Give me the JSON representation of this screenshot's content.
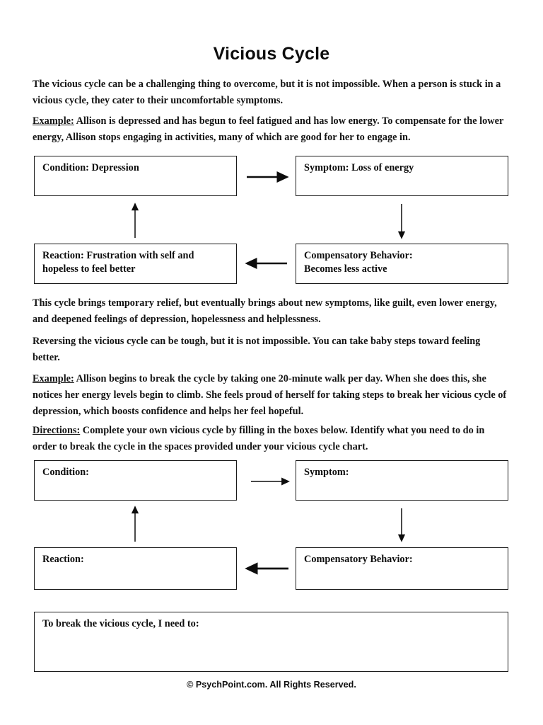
{
  "document": {
    "title": "Vicious Cycle",
    "footer": "© PsychPoint.com.  All Rights Reserved."
  },
  "intro": {
    "paragraph": "The vicious cycle can be a challenging thing to overcome, but it is not impossible. When a person is stuck in a vicious cycle, they cater to their uncomfortable symptoms."
  },
  "example_one": {
    "label": "Example:",
    "text": " Allison is depressed and has begun to feel fatigued and has low energy. To compensate for the lower energy, Allison stops engaging in activities, many of which are good for her to engage in."
  },
  "diagram_example": {
    "condition": "Condition: Depression",
    "symptom": "Symptom: Loss of energy",
    "compensatory_behavior": "Compensatory Behavior:\nBecomes less active",
    "reaction": "Reaction: Frustration with self and hopeless to feel better"
  },
  "body": {
    "paragraph_two": "This cycle brings temporary relief, but eventually brings about new symptoms, like guilt, even lower energy, and deepened feelings of depression, hopelessness and helplessness.",
    "paragraph_three": "Reversing the vicious cycle can be tough, but it is not impossible. You can take baby steps toward feeling better."
  },
  "example_two": {
    "label": "Example:",
    "text": " Allison begins to break the cycle by taking one 20-minute walk per day. When she does this, she notices her energy levels begin to climb. She feels proud of herself for taking steps to break her vicious cycle of depression, which boosts confidence and helps her feel hopeful."
  },
  "directions": {
    "label": "Directions:",
    "text": " Complete your own vicious cycle by filling in the boxes below. Identify what you need to do in order to break the cycle in the spaces provided under your vicious cycle chart."
  },
  "diagram_blank": {
    "condition": "Condition:",
    "symptom": "Symptom:",
    "compensatory_behavior": "Compensatory Behavior:",
    "reaction": "Reaction:"
  },
  "answer_box": {
    "prompt": "To break the vicious cycle, I need to:",
    "value": ""
  },
  "colors": {
    "ink": "#0d0d0d",
    "border": "#1a1a1a",
    "page": "#ffffff"
  }
}
